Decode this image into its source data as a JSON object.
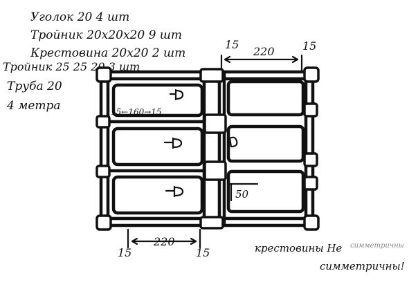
{
  "notes": {
    "line1": "Уголок 20  4 шт",
    "line2": "Тройник 20х20х20  9 шт",
    "line3": "Крестовина 20х20  2 шт",
    "line4": "Тройник 25 25 20  3 шт",
    "line5": "Труба 20",
    "line6": "4 метра"
  },
  "dimensions": {
    "top_left": "15",
    "top_span": "220",
    "top_right": "15",
    "inner": "15←160→15",
    "bottom_left": "15",
    "bottom_span": "220",
    "bottom_right": "15",
    "side": "50"
  },
  "remark": {
    "line1_main": "крестовины Не",
    "line1_faint": "симметричны",
    "line2": "симметричны!"
  }
}
